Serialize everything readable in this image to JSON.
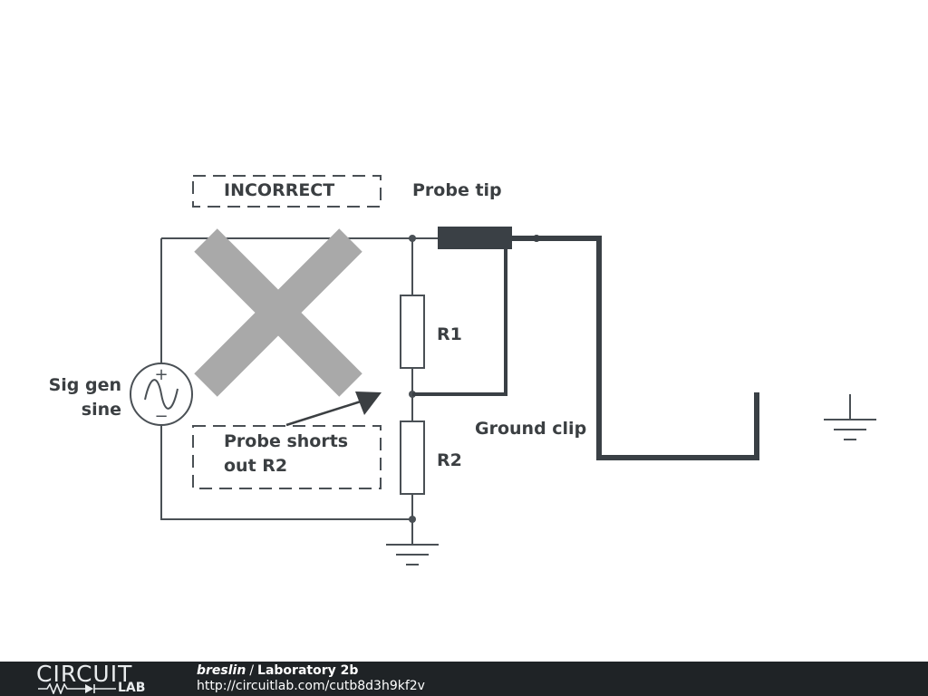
{
  "diagram": {
    "labels": {
      "incorrect": "INCORRECT",
      "probe_tip": "Probe tip",
      "r1": "R1",
      "r2": "R2",
      "sig_gen_line1": "Sig gen",
      "sig_gen_line2": "sine",
      "ground_clip": "Ground clip",
      "probe_shorts_line1": "Probe shorts",
      "probe_shorts_line2": "out R2",
      "source_plus": "+",
      "source_minus": "−"
    },
    "colors": {
      "wire": "#4a5055",
      "probe": "#3a4045",
      "cross": "#a9a9a9",
      "text": "#3b3f42",
      "footer_bg": "#1f2326"
    }
  },
  "footer": {
    "logo_top": "CIRCUIT",
    "logo_bottom": "LAB",
    "author": "breslin",
    "separator": "/",
    "title": "Laboratory 2b",
    "url": "http://circuitlab.com/cutb8d3h9kf2v"
  }
}
